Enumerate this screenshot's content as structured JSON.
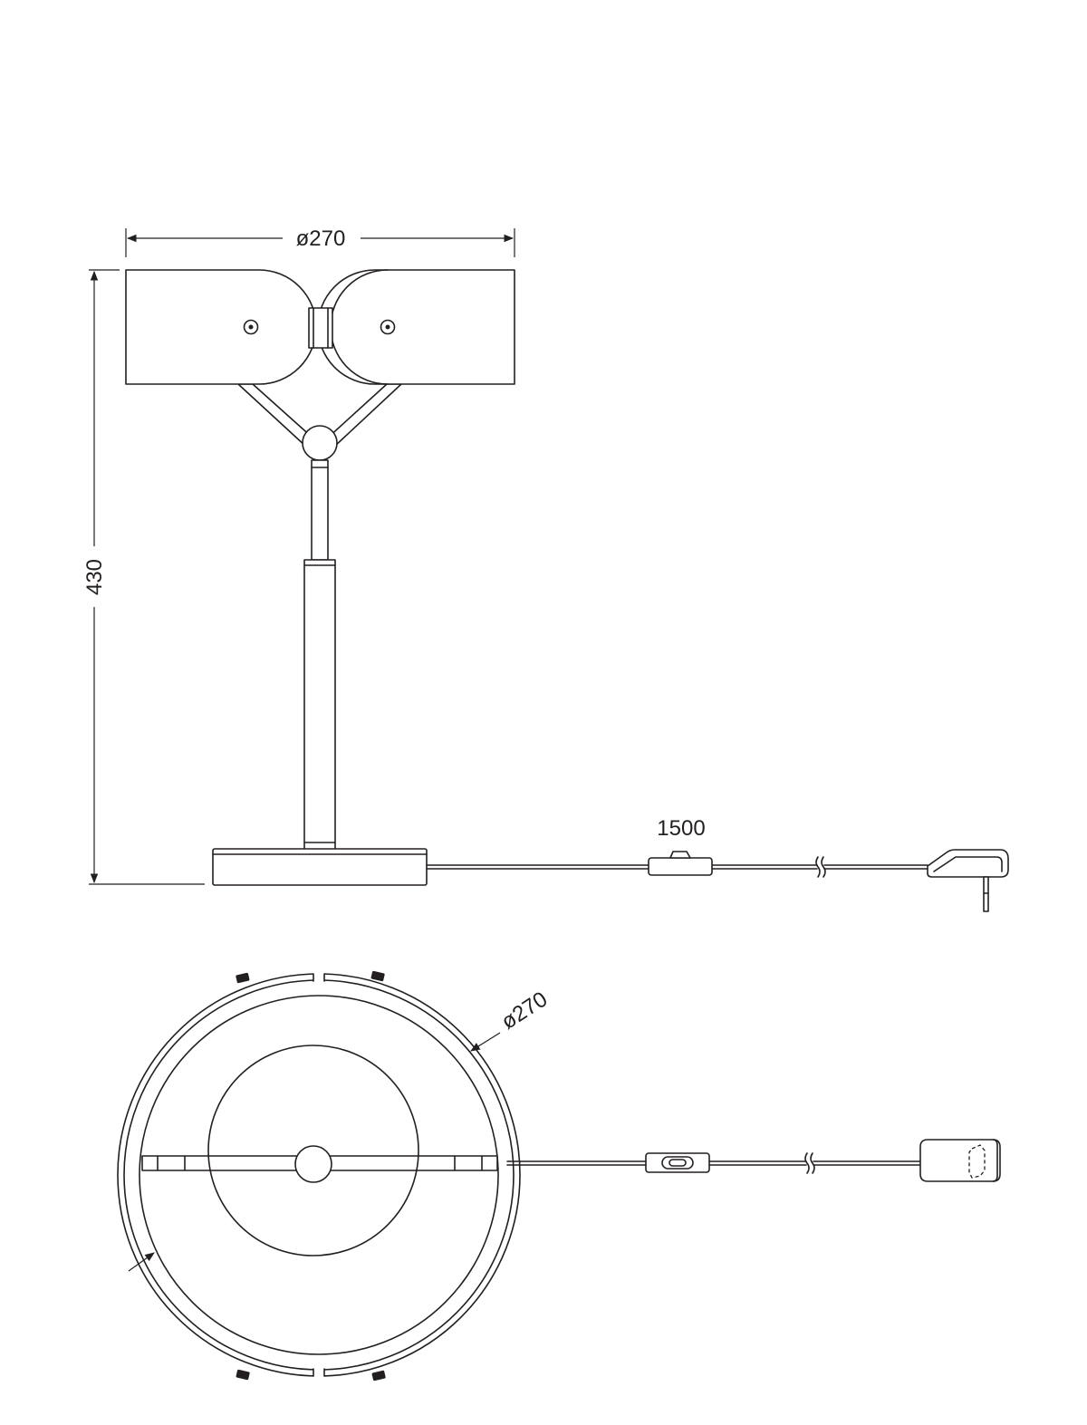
{
  "dimensions": {
    "width_top": "ø270",
    "height": "430",
    "cable_length": "1500",
    "diameter_bottom": "ø270"
  }
}
